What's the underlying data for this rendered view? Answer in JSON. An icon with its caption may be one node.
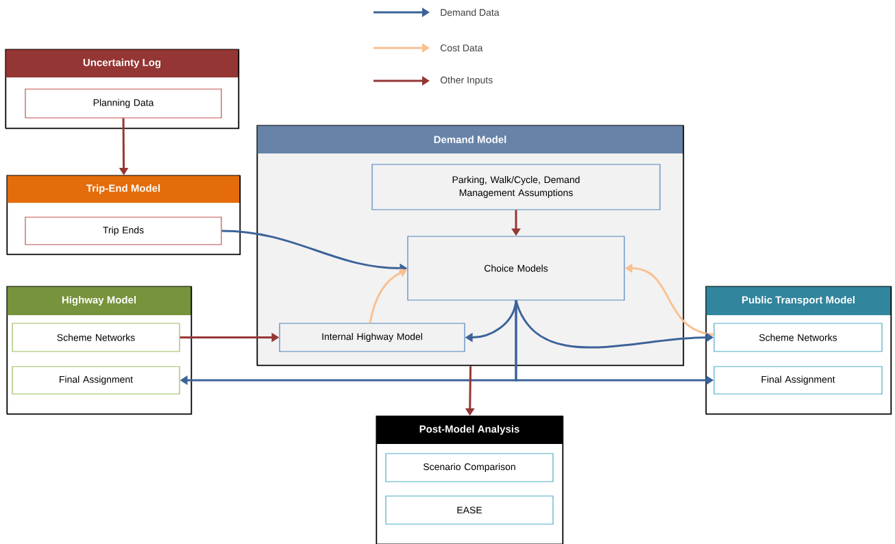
{
  "diagram": {
    "nodes": [
      {
        "text": [
          "Uncertainty Log"
        ]
      },
      {
        "text": [
          "Planning Data"
        ],
        "in": 0
      },
      {
        "text": [
          "Trip-End Model"
        ]
      },
      {
        "text": [
          "Trip Ends"
        ],
        "in": 2
      },
      {
        "text": [
          "Demand Model"
        ]
      },
      {
        "text": [
          "Parking, Walk/Cycle, Demand Management Assumptions"
        ],
        "in": 4
      },
      {
        "text": [
          "Choice Models"
        ],
        "in": 4
      },
      {
        "text": [
          "Internal Highway Model"
        ],
        "in": 4
      },
      {
        "text": [
          "Highway Model"
        ]
      },
      {
        "text": [
          "Scheme Networks"
        ],
        "in": 8
      },
      {
        "text": [
          "Final Assignment"
        ],
        "in": 8
      },
      {
        "text": [
          "Public Transport Model"
        ]
      },
      {
        "text": [
          "Scheme Networks"
        ],
        "in": 11
      },
      {
        "text": [
          "Final Assignment"
        ],
        "in": 11
      },
      {
        "text": [
          "Post-Model Analysis"
        ]
      },
      {
        "text": [
          "Scenario Comparison"
        ],
        "in": 14
      },
      {
        "text": [
          "EASE"
        ],
        "in": 14
      }
    ],
    "edges": [
      {
        "from": 1,
        "to": 2,
        "arrow": "to",
        "color": "#953735"
      },
      {
        "from": 3,
        "to": 6,
        "arrow": "to",
        "color": "#3c6399"
      },
      {
        "from": 5,
        "to": 6,
        "arrow": "to",
        "color": "#953735"
      },
      {
        "from": 7,
        "to": 6,
        "arrow": "to",
        "color": "#fac090"
      },
      {
        "from": 12,
        "to": 6,
        "arrow": "to",
        "color": "#fac090"
      },
      {
        "from": 9,
        "to": 7,
        "arrow": "to",
        "color": "#953735"
      },
      {
        "from": 6,
        "to": 7,
        "arrow": "to",
        "color": "#3c6399"
      },
      {
        "from": 6,
        "to": 12,
        "arrow": "to",
        "color": "#3c6399"
      },
      {
        "from": 6,
        "to": 10,
        "arrow": "to",
        "color": "#3c6399"
      },
      {
        "from": 6,
        "to": 13,
        "arrow": "to",
        "color": "#3c6399"
      },
      {
        "from": 4,
        "to": 14,
        "arrow": "to",
        "color": "#953735"
      }
    ],
    "legend": [
      {
        "text": "Demand Data"
      },
      {
        "text": "Cost Data"
      },
      {
        "text": "Other Inputs"
      }
    ]
  }
}
